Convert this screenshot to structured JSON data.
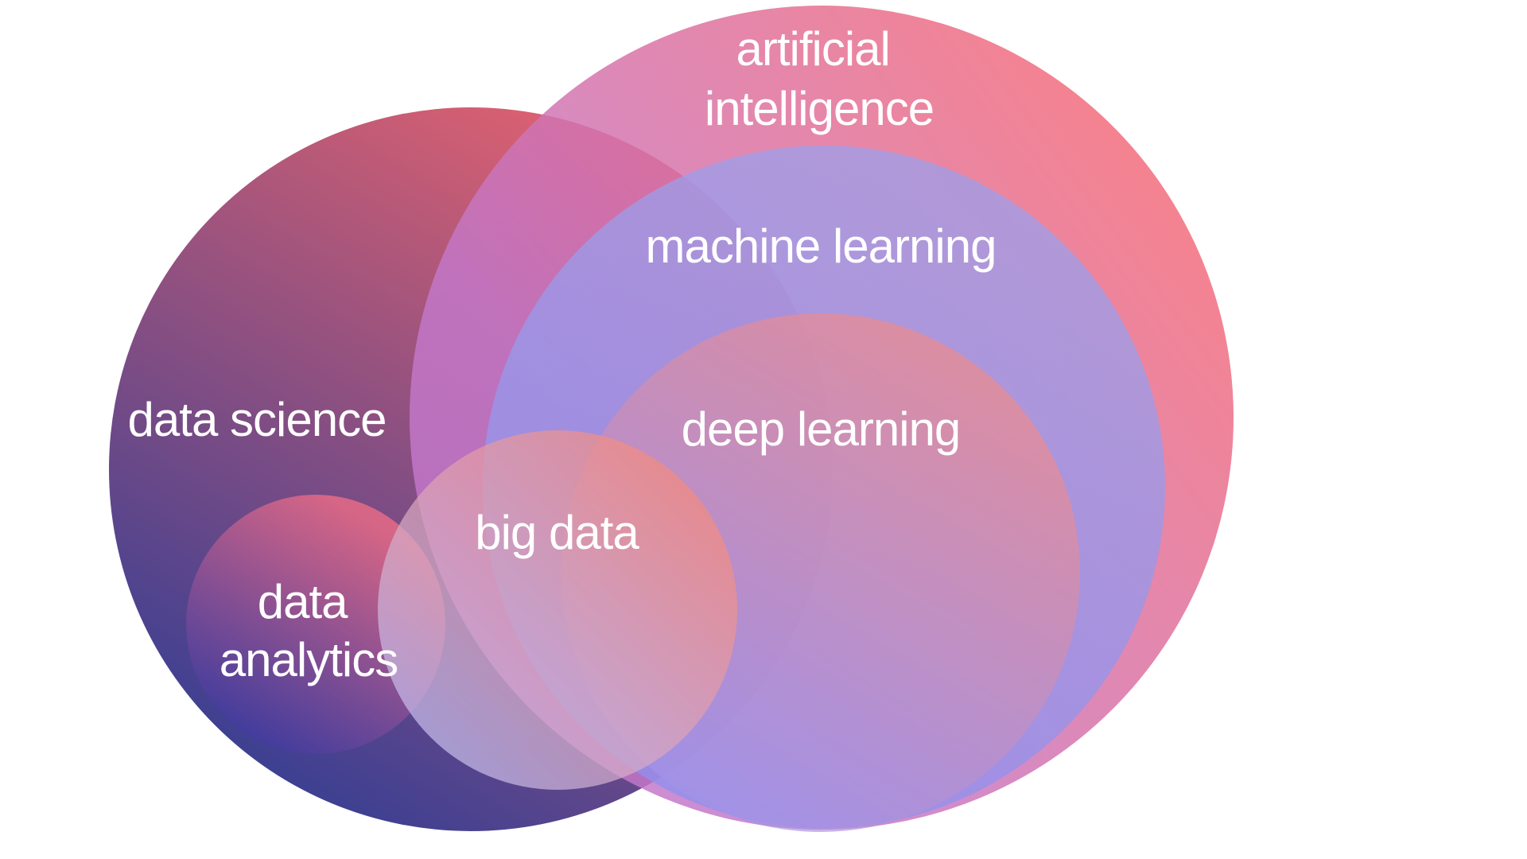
{
  "diagram": {
    "type": "venn",
    "sets": [
      {
        "id": "data-science",
        "lines": [
          "data science"
        ],
        "colors": [
          "#de6170",
          "#3b3f92"
        ]
      },
      {
        "id": "artificial-intelligence",
        "lines": [
          "artificial",
          "intelligence"
        ],
        "colors": [
          "#f26b7c",
          "#c377c9"
        ]
      },
      {
        "id": "machine-learning",
        "lines": [
          "machine learning"
        ],
        "colors": [
          "#a09ee8",
          "#8f8fee"
        ]
      },
      {
        "id": "deep-learning",
        "lines": [
          "deep learning"
        ],
        "colors": [
          "#f08a8a",
          "#a393e8"
        ]
      },
      {
        "id": "big-data",
        "lines": [
          "big data"
        ],
        "colors": [
          "#f48b7f",
          "#c6bbea"
        ]
      },
      {
        "id": "data-analytics",
        "lines": [
          "data",
          "analytics"
        ],
        "colors": [
          "#e76a86",
          "#3c3aa0"
        ]
      }
    ],
    "relations": [
      "machine learning is a subset of artificial intelligence",
      "deep learning is a subset of machine learning",
      "data analytics is a subset of data science",
      "big data overlaps data science, data analytics, artificial intelligence, machine learning and deep learning"
    ]
  }
}
